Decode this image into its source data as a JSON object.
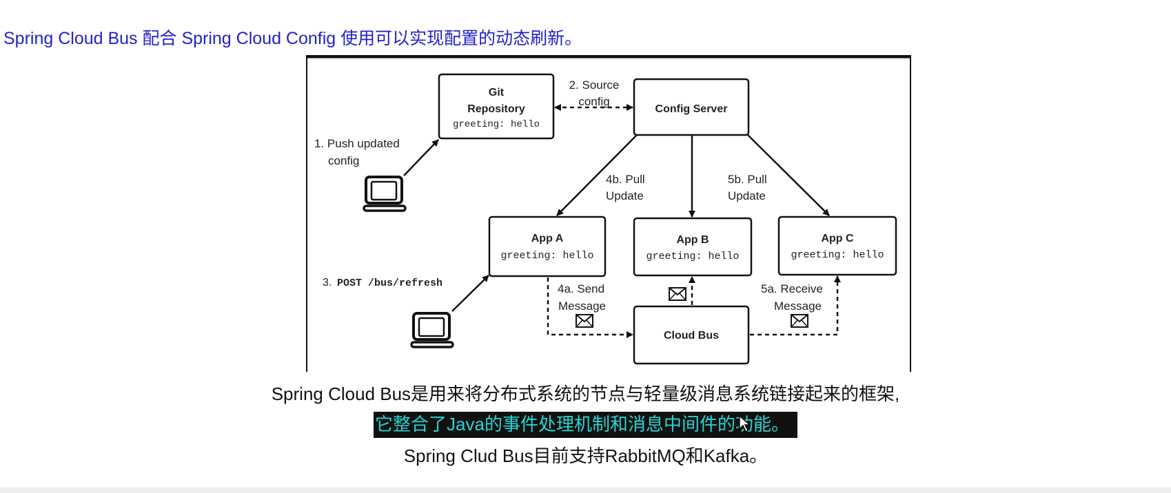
{
  "heading": "Spring Cloud Bus 配合 Spring Cloud Config 使用可以实现配置的动态刷新。",
  "diagram": {
    "nodes": {
      "git": {
        "title_line1": "Git",
        "title_line2": "Repository",
        "value": "greeting: hello"
      },
      "config_server": {
        "title": "Config Server"
      },
      "app_a": {
        "title": "App A",
        "value": "greeting: hello"
      },
      "app_b": {
        "title": "App B",
        "value": "greeting: hello"
      },
      "app_c": {
        "title": "App C",
        "value": "greeting: hello"
      },
      "cloud_bus": {
        "title": "Cloud Bus"
      }
    },
    "labels": {
      "push_line1": "1. Push updated",
      "push_line2": "config",
      "source_line1": "2. Source",
      "source_line2": "config",
      "post_prefix": "3.",
      "post_cmd": "POST /bus/refresh",
      "pull4b_line1": "4b. Pull",
      "pull4b_line2": "Update",
      "pull5b_line1": "5b. Pull",
      "pull5b_line2": "Update",
      "send_line1": "4a. Send",
      "send_line2": "Message",
      "receive_line1": "5a. Receive",
      "receive_line2": "Message"
    },
    "icons": [
      "laptop-icon",
      "envelope-icon"
    ]
  },
  "captions": {
    "line1": "Spring Cloud Bus是用来将分布式系统的节点与轻量级消息系统链接起来的框架,",
    "line2": "它整合了Java的事件处理机制和消息中间件的功能。",
    "line3": "Spring Clud Bus目前支持RabbitMQ和Kafka。"
  },
  "colors": {
    "heading": "#2222cc",
    "highlight_bg": "#111111",
    "highlight_text": "#29d3d3"
  }
}
